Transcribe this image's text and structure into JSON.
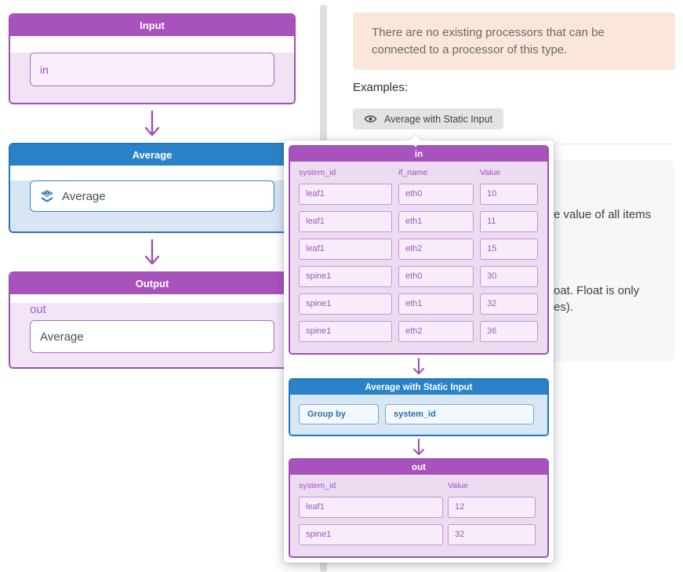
{
  "flow": {
    "input_node": {
      "title": "Input",
      "field_value": "in"
    },
    "average_node": {
      "title": "Average",
      "field_value": "Average"
    },
    "output_node": {
      "title": "Output",
      "field_label": "out",
      "field_value": "Average"
    }
  },
  "right_panel": {
    "notice_text": "There are no existing processors that can be\nconnected to a processor of this type.",
    "examples_label": "Examples:",
    "example_button_label": "Average with Static Input",
    "occluded_fragments": {
      "line1": "e value of all items",
      "line2": "oat. Float is only",
      "line3": "es)."
    }
  },
  "popup": {
    "in_table": {
      "title": "in",
      "columns": [
        "system_id",
        "if_name",
        "Value"
      ],
      "rows": [
        [
          "leaf1",
          "eth0",
          "10"
        ],
        [
          "leaf1",
          "eth1",
          "11"
        ],
        [
          "leaf1",
          "eth2",
          "15"
        ],
        [
          "spine1",
          "eth0",
          "30"
        ],
        [
          "spine1",
          "eth1",
          "32"
        ],
        [
          "spine1",
          "eth2",
          "36"
        ]
      ]
    },
    "processor": {
      "title": "Average with Static Input",
      "group_by_label": "Group by",
      "group_by_value": "system_id"
    },
    "out_table": {
      "title": "out",
      "columns": [
        "system_id",
        "Value"
      ],
      "rows": [
        [
          "leaf1",
          "12"
        ],
        [
          "spine1",
          "32"
        ]
      ]
    }
  },
  "colors": {
    "purple_header": "#a852be",
    "purple_border": "#9e4fb5",
    "blue_header": "#2a82c8",
    "notice_bg": "#fbe7da",
    "doc_panel_bg": "#f7f7f8"
  }
}
